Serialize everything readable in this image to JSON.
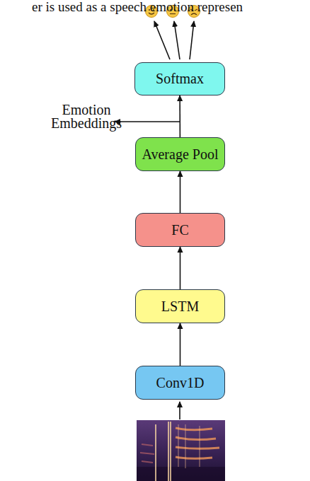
{
  "diagram": {
    "nodes": [
      {
        "text": [
          "Softmax"
        ]
      },
      {
        "text": [
          "Average Pool"
        ]
      },
      {
        "text": [
          "FC"
        ]
      },
      {
        "text": [
          "LSTM"
        ]
      },
      {
        "text": [
          "Conv1D"
        ]
      }
    ],
    "edges": [
      {
        "from": 4,
        "to": 3,
        "arrow": "to"
      },
      {
        "from": 3,
        "to": 2,
        "arrow": "to"
      },
      {
        "from": 2,
        "to": 1,
        "arrow": "to"
      },
      {
        "from": 1,
        "to": 0,
        "arrow": "to"
      }
    ],
    "labels": [
      "er is used as a speech emotion represen",
      "Emotion Embeddings"
    ]
  }
}
